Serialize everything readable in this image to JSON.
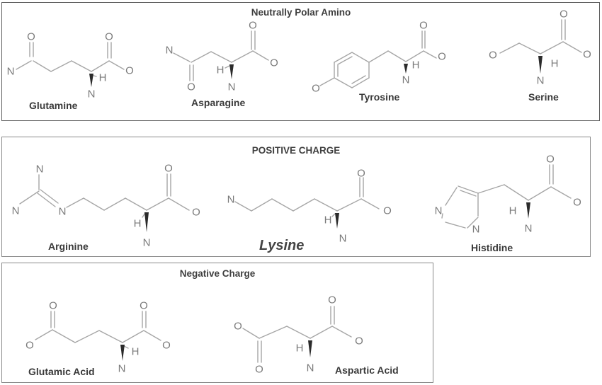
{
  "panels": [
    {
      "title": "Neutrally Polar Amino",
      "molecules": [
        {
          "name": "Glutamine",
          "atoms": [
            "O",
            "N",
            "O",
            "O",
            "H",
            "N"
          ]
        },
        {
          "name": "Asparagine",
          "atoms": [
            "N",
            "O",
            "O",
            "O",
            "H",
            "N"
          ]
        },
        {
          "name": "Tyrosine",
          "atoms": [
            "O",
            "O",
            "O",
            "H",
            "N"
          ]
        },
        {
          "name": "Serine",
          "atoms": [
            "O",
            "O",
            "O",
            "H",
            "N"
          ]
        }
      ]
    },
    {
      "title": "POSITIVE CHARGE",
      "molecules": [
        {
          "name": "Arginine",
          "atoms": [
            "N",
            "N",
            "N",
            "O",
            "O",
            "H",
            "N"
          ]
        },
        {
          "name": "Lysine",
          "atoms": [
            "N",
            "O",
            "O",
            "H",
            "N"
          ]
        },
        {
          "name": "Histidine",
          "atoms": [
            "N",
            "N",
            "O",
            "O",
            "H",
            "N"
          ]
        }
      ]
    },
    {
      "title": "Negative Charge",
      "molecules": [
        {
          "name": "Glutamic Acid",
          "atoms": [
            "O",
            "O",
            "O",
            "O",
            "H",
            "N"
          ]
        },
        {
          "name": "Aspartic Acid",
          "atoms": [
            "O",
            "O",
            "O",
            "O",
            "H",
            "N"
          ]
        }
      ]
    }
  ]
}
